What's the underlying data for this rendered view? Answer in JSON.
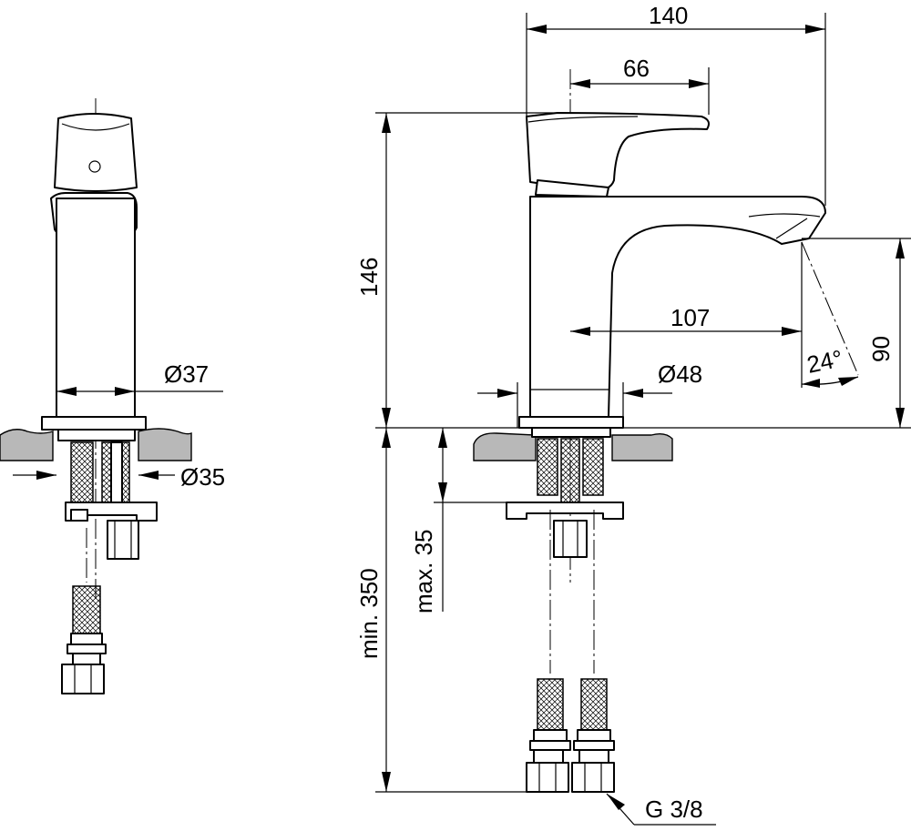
{
  "drawing": {
    "dimensions": {
      "overall_length": "140",
      "axis_to_lever_tip": "66",
      "overall_height": "146",
      "axis_to_outlet": "107",
      "outlet_height": "90",
      "spray_angle": "24°",
      "body_diameter": "Ø48",
      "side_body_diameter": "Ø37",
      "hole_diameter": "Ø35",
      "max_deck_thickness": "max. 35",
      "min_hose_length": "min. 350",
      "connection_thread": "G 3/8"
    }
  }
}
